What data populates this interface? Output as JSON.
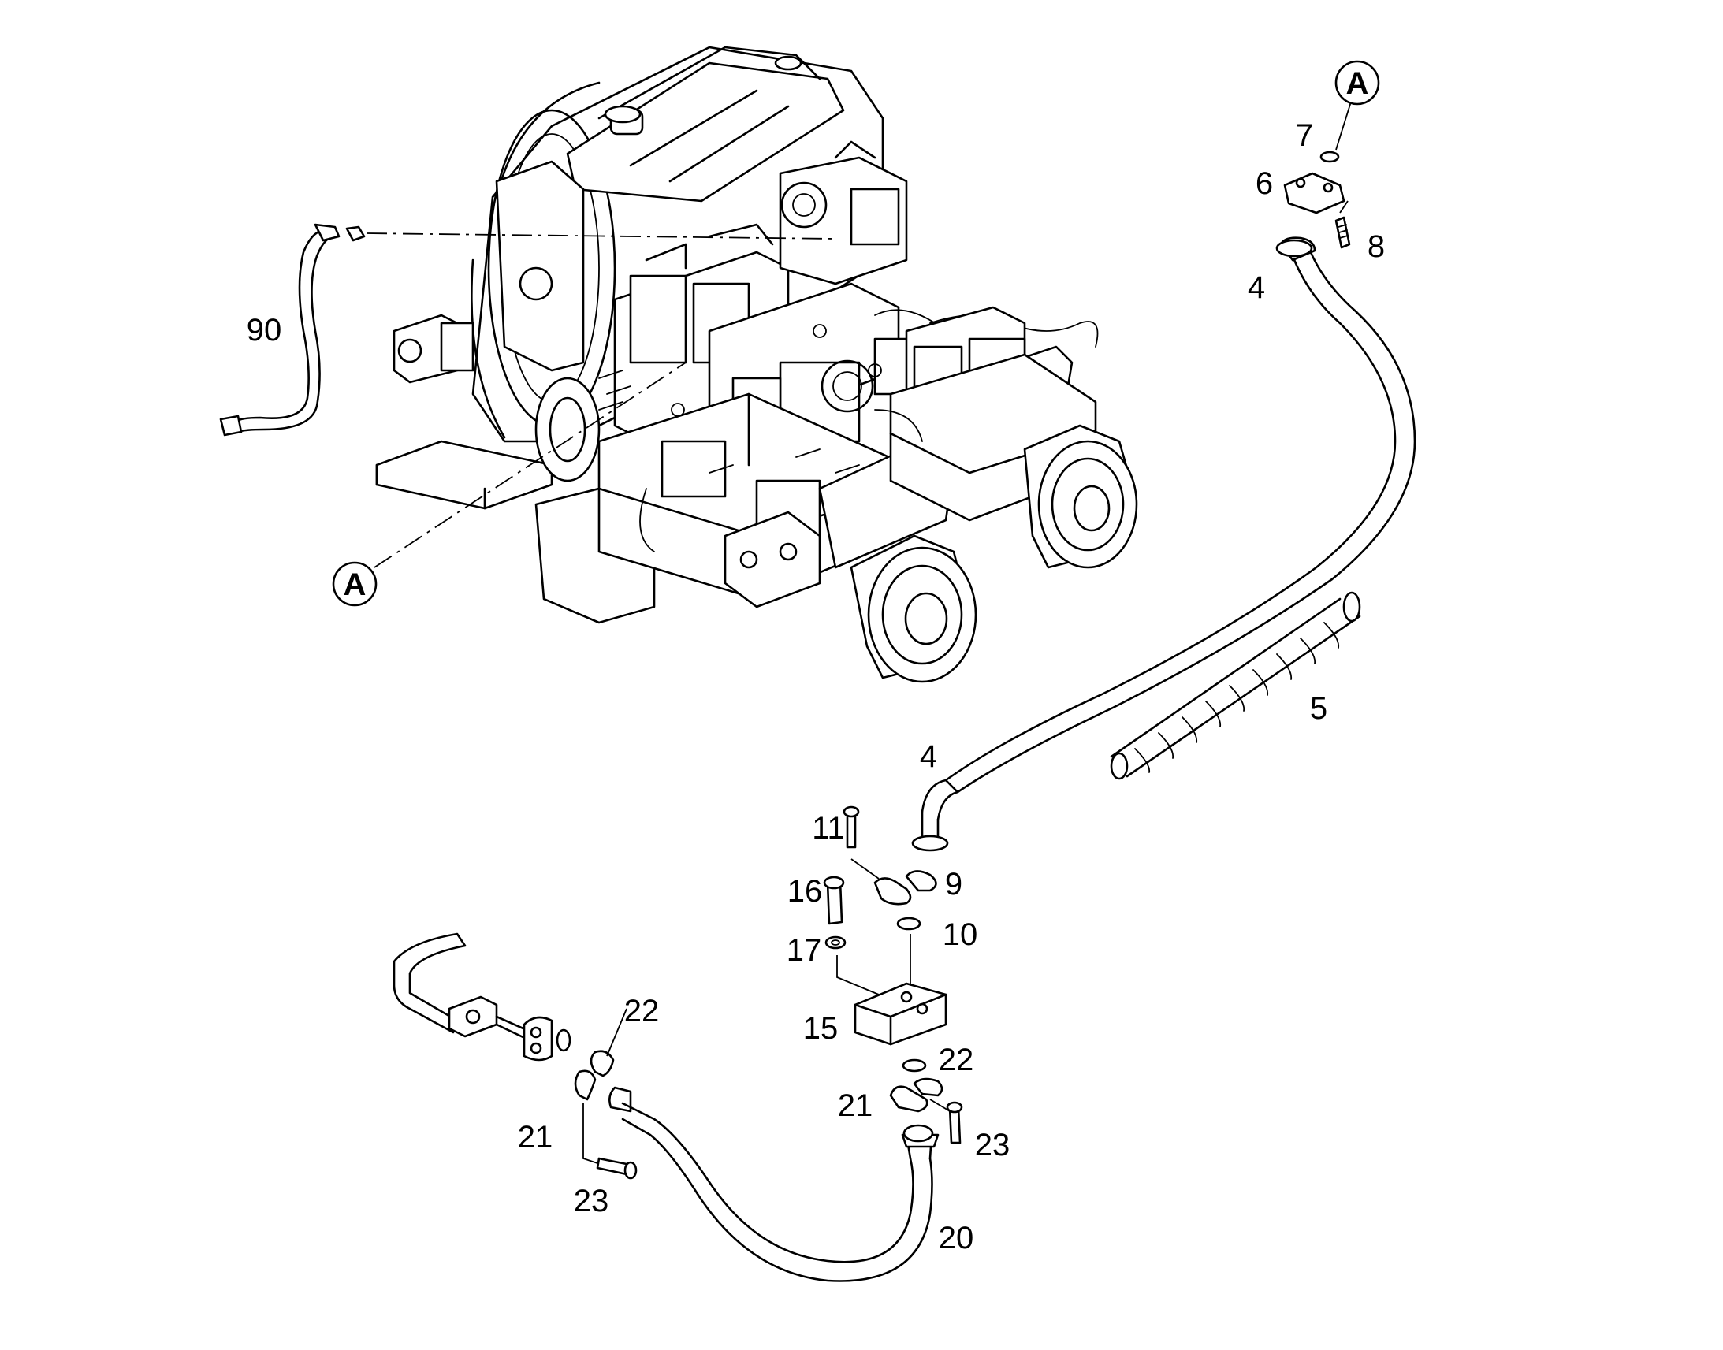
{
  "callouts": {
    "ref_top": "A",
    "ref_left": "A"
  },
  "labels": {
    "p7": "7",
    "p6": "6",
    "p8": "8",
    "p4a": "4",
    "p90": "90",
    "p5": "5",
    "p4b": "4",
    "p11": "11",
    "p9": "9",
    "p16": "16",
    "p10": "10",
    "p17": "17",
    "p15": "15",
    "p22a": "22",
    "p22b": "22",
    "p21a": "21",
    "p21b": "21",
    "p23a": "23",
    "p23b": "23",
    "p20": "20"
  },
  "colors": {
    "line": "#000000",
    "background": "#ffffff"
  }
}
